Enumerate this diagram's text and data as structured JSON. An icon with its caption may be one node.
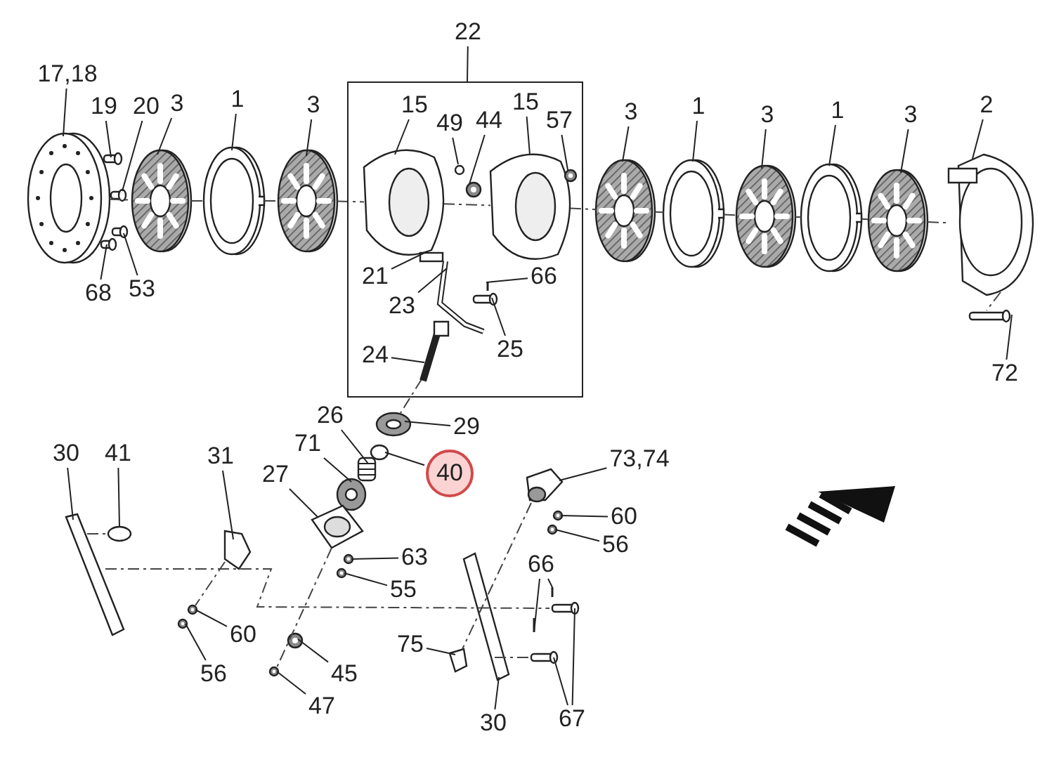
{
  "diagram": {
    "nodes": [
      {
        "text": [
          "22"
        ]
      },
      {
        "text": [],
        "shape": "box"
      },
      {
        "text": [
          "17,18"
        ]
      },
      {
        "text": [
          "19"
        ]
      },
      {
        "text": [
          "20"
        ]
      },
      {
        "text": [
          "3"
        ]
      },
      {
        "text": [
          "1"
        ]
      },
      {
        "text": [
          "3"
        ]
      },
      {
        "text": [
          "15"
        ],
        "in": 1
      },
      {
        "text": [
          "49"
        ],
        "in": 1
      },
      {
        "text": [
          "44"
        ],
        "in": 1
      },
      {
        "text": [
          "15"
        ],
        "in": 1
      },
      {
        "text": [
          "57"
        ],
        "in": 1
      },
      {
        "text": [
          "3"
        ]
      },
      {
        "text": [
          "1"
        ]
      },
      {
        "text": [
          "3"
        ]
      },
      {
        "text": [
          "1"
        ]
      },
      {
        "text": [
          "3"
        ]
      },
      {
        "text": [
          "2"
        ]
      },
      {
        "text": [
          "68"
        ]
      },
      {
        "text": [
          "53"
        ]
      },
      {
        "text": [
          "21"
        ],
        "in": 1
      },
      {
        "text": [
          "66"
        ],
        "in": 1
      },
      {
        "text": [
          "23"
        ],
        "in": 1
      },
      {
        "text": [
          "25"
        ],
        "in": 1
      },
      {
        "text": [
          "24"
        ],
        "in": 1
      },
      {
        "text": [
          "72"
        ]
      },
      {
        "text": [
          "26"
        ]
      },
      {
        "text": [
          "29"
        ]
      },
      {
        "text": [
          "71"
        ]
      },
      {
        "text": [
          "40"
        ]
      },
      {
        "text": [
          "30"
        ]
      },
      {
        "text": [
          "41"
        ]
      },
      {
        "text": [
          "31"
        ]
      },
      {
        "text": [
          "27"
        ]
      },
      {
        "text": [
          "73,74"
        ]
      },
      {
        "text": [
          "60"
        ]
      },
      {
        "text": [
          "56"
        ]
      },
      {
        "text": [
          "63"
        ]
      },
      {
        "text": [
          "55"
        ]
      },
      {
        "text": [
          "66"
        ]
      },
      {
        "text": [
          "60"
        ]
      },
      {
        "text": [
          "56"
        ]
      },
      {
        "text": [
          "45"
        ]
      },
      {
        "text": [
          "75"
        ]
      },
      {
        "text": [
          "47"
        ]
      },
      {
        "text": [
          "30"
        ]
      },
      {
        "text": [
          "67"
        ]
      },
      {
        "text": [],
        "shape": "picture"
      },
      {
        "text": [],
        "shape": "cylinder"
      },
      {
        "text": [],
        "shape": "cylinder"
      },
      {
        "text": [],
        "shape": "picture"
      },
      {
        "text": [],
        "shape": "picture"
      },
      {
        "text": [],
        "shape": "picture"
      },
      {
        "text": [],
        "shape": "picture",
        "in": 1
      },
      {
        "text": [],
        "shape": "circle",
        "in": 1
      },
      {
        "text": [],
        "shape": "picture",
        "in": 1
      },
      {
        "text": [],
        "shape": "picture",
        "in": 1
      },
      {
        "text": [],
        "shape": "picture",
        "in": 1
      },
      {
        "text": [],
        "shape": "picture"
      },
      {
        "text": [],
        "shape": "picture"
      },
      {
        "text": [],
        "shape": "picture"
      },
      {
        "text": [],
        "shape": "picture"
      },
      {
        "text": [],
        "shape": "picture"
      },
      {
        "text": [],
        "shape": "picture"
      },
      {
        "text": [],
        "shape": "picture"
      },
      {
        "text": [],
        "shape": "picture"
      },
      {
        "text": [],
        "shape": "box",
        "in": 1
      },
      {
        "text": [],
        "shape": "picture",
        "in": 1
      },
      {
        "text": [],
        "shape": "picture",
        "in": 1
      },
      {
        "text": [],
        "shape": "cylinder",
        "in": 1
      },
      {
        "text": [],
        "shape": "picture",
        "in": 1
      },
      {
        "text": [],
        "shape": "cylinder"
      },
      {
        "text": [],
        "shape": "picture"
      },
      {
        "text": [],
        "shape": "picture"
      },
      {
        "text": [],
        "shape": "picture"
      },
      {
        "text": [],
        "shape": "circle"
      },
      {
        "text": [],
        "shape": "picture"
      },
      {
        "text": [],
        "shape": "circle"
      },
      {
        "text": [],
        "shape": "picture"
      },
      {
        "text": [],
        "shape": "picture"
      },
      {
        "text": [],
        "shape": "picture"
      },
      {
        "text": [],
        "shape": "picture"
      },
      {
        "text": [],
        "shape": "picture"
      },
      {
        "text": [],
        "shape": "picture"
      },
      {
        "text": [],
        "shape": "picture"
      },
      {
        "text": [],
        "shape": "picture"
      },
      {
        "text": [],
        "shape": "picture"
      },
      {
        "text": [],
        "shape": "picture"
      },
      {
        "text": [],
        "shape": "picture"
      },
      {
        "text": [],
        "shape": "picture"
      },
      {
        "text": [],
        "shape": "picture"
      },
      {
        "text": [],
        "shape": "picture"
      },
      {
        "text": [],
        "shape": "picture"
      },
      {
        "text": [],
        "shape": "cylinder"
      },
      {
        "text": [],
        "shape": "cylinder"
      }
    ],
    "edges": [
      {
        "from": 0,
        "to": 1,
        "arrow": "none"
      },
      {
        "from": 2,
        "to": 48,
        "arrow": "none"
      },
      {
        "from": 3,
        "to": 49,
        "arrow": "none"
      },
      {
        "from": 4,
        "to": 50,
        "arrow": "none"
      },
      {
        "from": 5,
        "to": 51,
        "arrow": "none"
      },
      {
        "from": 6,
        "to": 52,
        "arrow": "none"
      },
      {
        "from": 7,
        "to": 53,
        "arrow": "none"
      },
      {
        "from": 8,
        "to": 54,
        "arrow": "none"
      },
      {
        "from": 9,
        "to": 55,
        "arrow": "none"
      },
      {
        "from": 10,
        "to": 56,
        "arrow": "none"
      },
      {
        "from": 11,
        "to": 57,
        "arrow": "none"
      },
      {
        "from": 12,
        "to": 58,
        "arrow": "none"
      },
      {
        "from": 13,
        "to": 59,
        "arrow": "none"
      },
      {
        "from": 14,
        "to": 60,
        "arrow": "none"
      },
      {
        "from": 15,
        "to": 61,
        "arrow": "none"
      },
      {
        "from": 16,
        "to": 62,
        "arrow": "none"
      },
      {
        "from": 17,
        "to": 63,
        "arrow": "none"
      },
      {
        "from": 18,
        "to": 64,
        "arrow": "none"
      },
      {
        "from": 19,
        "to": 65,
        "arrow": "none"
      },
      {
        "from": 20,
        "to": 66,
        "arrow": "none"
      },
      {
        "from": 21,
        "to": 67,
        "arrow": "none"
      },
      {
        "from": 22,
        "to": 68,
        "arrow": "none"
      },
      {
        "from": 23,
        "to": 69,
        "arrow": "none"
      },
      {
        "from": 24,
        "to": 70,
        "arrow": "none"
      },
      {
        "from": 25,
        "to": 71,
        "arrow": "none"
      },
      {
        "from": 26,
        "to": 72,
        "arrow": "none"
      },
      {
        "from": 27,
        "to": 73,
        "arrow": "none"
      },
      {
        "from": 28,
        "to": 74,
        "arrow": "none"
      },
      {
        "from": 29,
        "to": 75,
        "arrow": "none"
      },
      {
        "from": 30,
        "to": 76,
        "arrow": "none"
      },
      {
        "from": 31,
        "to": 77,
        "arrow": "none"
      },
      {
        "from": 32,
        "to": 78,
        "arrow": "none"
      },
      {
        "from": 33,
        "to": 79,
        "arrow": "none"
      },
      {
        "from": 34,
        "to": 80,
        "arrow": "none"
      },
      {
        "from": 35,
        "to": 81,
        "arrow": "none"
      },
      {
        "from": 36,
        "to": 82,
        "arrow": "none"
      },
      {
        "from": 37,
        "to": 83,
        "arrow": "none"
      },
      {
        "from": 38,
        "to": 84,
        "arrow": "none"
      },
      {
        "from": 39,
        "to": 85,
        "arrow": "none"
      },
      {
        "from": 40,
        "to": 86,
        "arrow": "none"
      },
      {
        "from": 40,
        "to": 87,
        "arrow": "none"
      },
      {
        "from": 41,
        "to": 88,
        "arrow": "none"
      },
      {
        "from": 42,
        "to": 89,
        "arrow": "none"
      },
      {
        "from": 43,
        "to": 90,
        "arrow": "none"
      },
      {
        "from": 44,
        "to": 91,
        "arrow": "none"
      },
      {
        "from": 45,
        "to": 92,
        "arrow": "none"
      },
      {
        "from": 46,
        "to": 93,
        "arrow": "none"
      },
      {
        "from": 47,
        "to": 94,
        "arrow": "none"
      },
      {
        "from": 47,
        "to": 95,
        "arrow": "none"
      },
      {
        "from": 48,
        "to": 51,
        "arrow": "none",
        "style": "dashed"
      },
      {
        "from": 77,
        "to": 94,
        "arrow": "none",
        "style": "dashed"
      },
      {
        "from": 81,
        "to": 91,
        "arrow": "none",
        "style": "dashed"
      },
      {
        "from": 80,
        "to": 92,
        "arrow": "none",
        "style": "dashed"
      },
      {
        "from": 79,
        "to": 88,
        "arrow": "none",
        "style": "dashed"
      },
      {
        "from": 71,
        "to": 74,
        "arrow": "none",
        "style": "dashed"
      },
      {
        "from": 93,
        "to": 95,
        "arrow": "none",
        "style": "dashed"
      },
      {
        "from": 64,
        "to": 72,
        "arrow": "none",
        "style": "dashed"
      },
      {
        "from": 77,
        "to": 78,
        "arrow": "none",
        "style": "dashed"
      },
      {
        "from": 51,
        "to": 52,
        "arrow": "none",
        "style": "dashed"
      },
      {
        "from": 52,
        "to": 53,
        "arrow": "none",
        "style": "dashed"
      },
      {
        "from": 53,
        "to": 54,
        "arrow": "none",
        "style": "dashed"
      },
      {
        "from": 54,
        "to": 57,
        "arrow": "none",
        "style": "dashed"
      },
      {
        "from": 57,
        "to": 59,
        "arrow": "none",
        "style": "dashed"
      },
      {
        "from": 59,
        "to": 60,
        "arrow": "none",
        "style": "dashed"
      },
      {
        "from": 60,
        "to": 61,
        "arrow": "none",
        "style": "dashed"
      },
      {
        "from": 61,
        "to": 62,
        "arrow": "none",
        "style": "dashed"
      },
      {
        "from": 62,
        "to": 63,
        "arrow": "none",
        "style": "dashed"
      },
      {
        "from": 63,
        "to": 64,
        "arrow": "none",
        "style": "dashed"
      }
    ]
  }
}
